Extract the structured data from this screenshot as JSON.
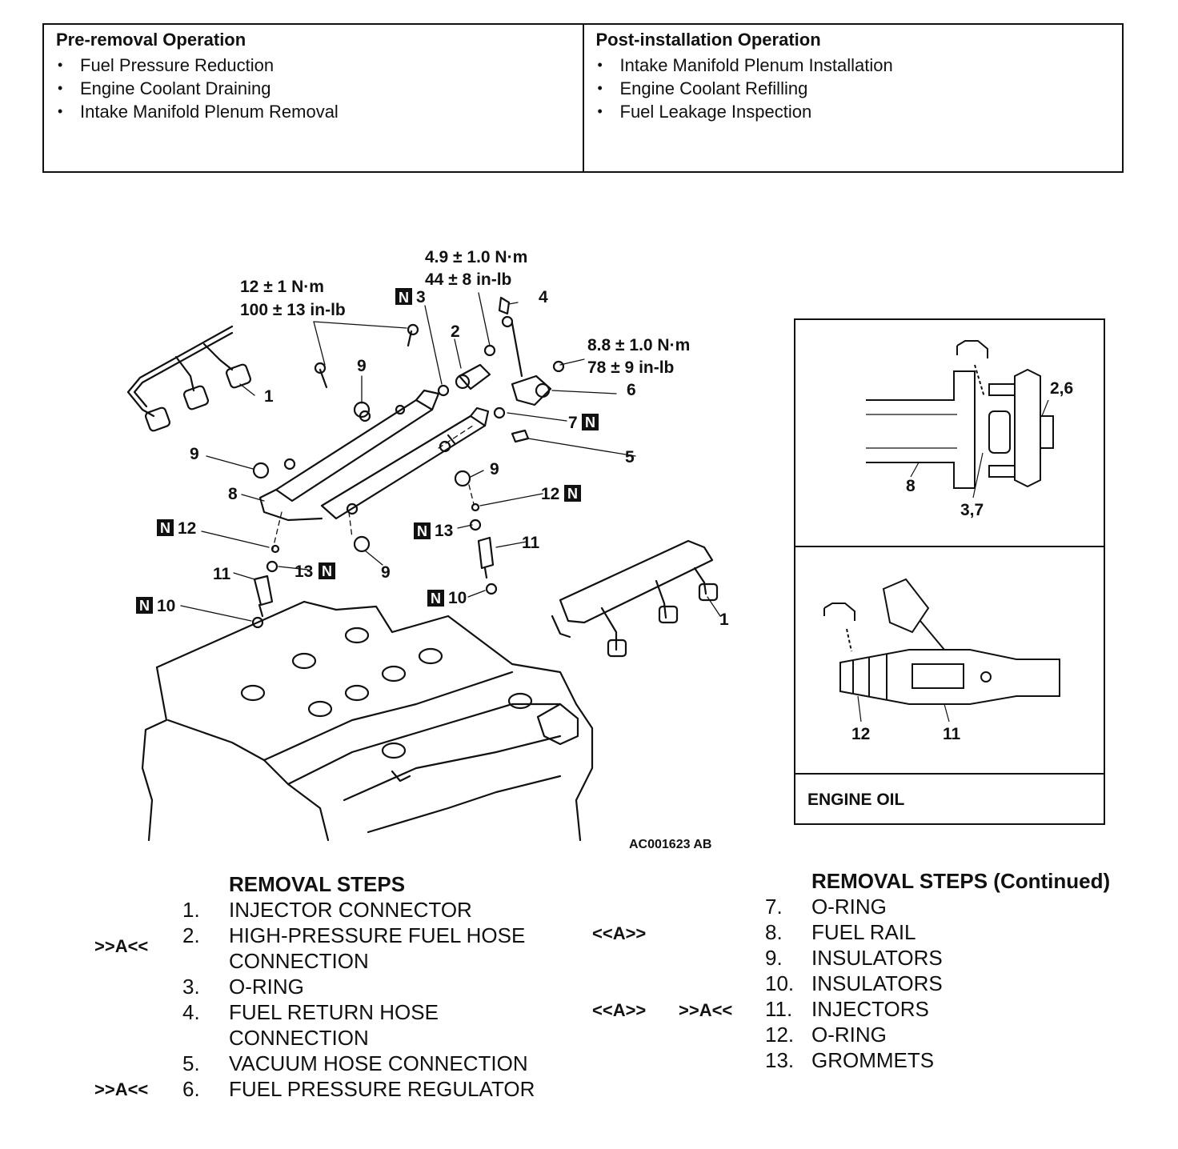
{
  "pre_removal": {
    "heading": "Pre-removal Operation",
    "items": [
      "Fuel Pressure Reduction",
      "Engine Coolant Draining",
      "Intake Manifold Plenum Removal"
    ]
  },
  "post_installation": {
    "heading": "Post-installation Operation",
    "items": [
      "Intake Manifold Plenum Installation",
      "Engine Coolant Refilling",
      "Fuel Leakage Inspection"
    ]
  },
  "diagram": {
    "torque_1_nm": "12 ± 1 N·m",
    "torque_1_inlb": "100 ± 13 in-lb",
    "torque_2_nm": "4.9 ± 1.0 N·m",
    "torque_2_inlb": "44 ± 8 in-lb",
    "torque_3_nm": "8.8 ± 1.0 N·m",
    "torque_3_inlb": "78 ± 9 in-lb",
    "new_part_mark": "N",
    "ref_code": "AC001623 AB",
    "detail_label_top_a": "2,6",
    "detail_label_top_b": "8",
    "detail_label_top_c": "3,7",
    "detail_label_bottom_a": "12",
    "detail_label_bottom_b": "11",
    "detail_caption": "ENGINE OIL",
    "callouts": {
      "c1": "1",
      "c2": "2",
      "c3": "3",
      "c4": "4",
      "c5": "5",
      "c6": "6",
      "c7": "7",
      "c8": "8",
      "c9": "9",
      "c10": "10",
      "c11": "11",
      "c12": "12",
      "c13": "13"
    }
  },
  "removal_steps": {
    "heading": "REMOVAL STEPS",
    "heading_continued": "REMOVAL STEPS (Continued)",
    "marker_install": ">>A<<",
    "marker_remove": "<<A>>",
    "left": [
      {
        "num": "1.",
        "label": "INJECTOR CONNECTOR"
      },
      {
        "num": "2.",
        "label": "HIGH-PRESSURE FUEL HOSE",
        "label2": "CONNECTION"
      },
      {
        "num": "3.",
        "label": "O-RING"
      },
      {
        "num": "4.",
        "label": "FUEL RETURN HOSE",
        "label2": "CONNECTION"
      },
      {
        "num": "5.",
        "label": "VACUUM HOSE CONNECTION"
      },
      {
        "num": "6.",
        "label": "FUEL PRESSURE REGULATOR"
      }
    ],
    "right": [
      {
        "num": "7.",
        "label": "O-RING"
      },
      {
        "num": "8.",
        "label": "FUEL RAIL"
      },
      {
        "num": "9.",
        "label": "INSULATORS"
      },
      {
        "num": "10.",
        "label": "INSULATORS"
      },
      {
        "num": "11.",
        "label": "INJECTORS"
      },
      {
        "num": "12.",
        "label": "O-RING"
      },
      {
        "num": "13.",
        "label": "GROMMETS"
      }
    ]
  }
}
